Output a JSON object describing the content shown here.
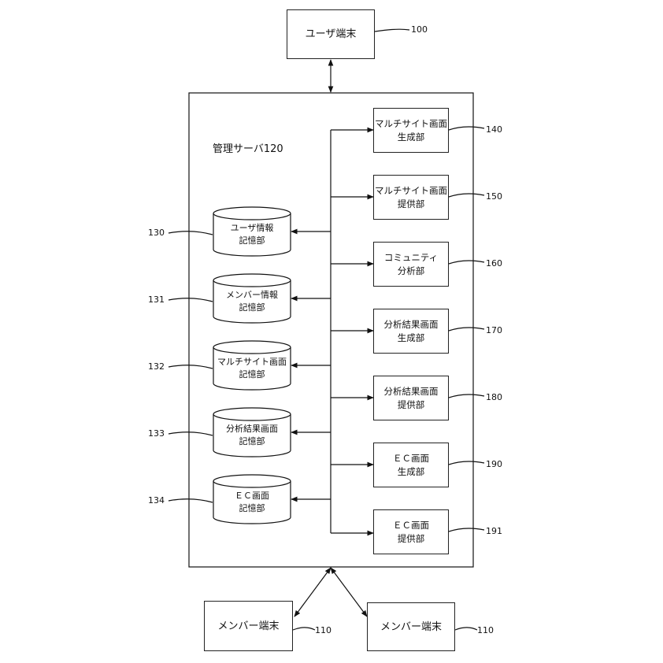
{
  "user_terminal": {
    "label": "ユーザ端末",
    "ref": "100"
  },
  "server": {
    "title": "管理サーバ120"
  },
  "storage": [
    {
      "line1": "ユーザ情報",
      "line2": "記憶部",
      "ref": "130"
    },
    {
      "line1": "メンバー情報",
      "line2": "記憶部",
      "ref": "131"
    },
    {
      "line1": "マルチサイト画面",
      "line2": "記憶部",
      "ref": "132"
    },
    {
      "line1": "分析結果画面",
      "line2": "記憶部",
      "ref": "133"
    },
    {
      "line1": "ＥＣ画面",
      "line2": "記憶部",
      "ref": "134"
    }
  ],
  "modules": [
    {
      "line1": "マルチサイト画面",
      "line2": "生成部",
      "ref": "140"
    },
    {
      "line1": "マルチサイト画面",
      "line2": "提供部",
      "ref": "150"
    },
    {
      "line1": "コミュニティ",
      "line2": "分析部",
      "ref": "160"
    },
    {
      "line1": "分析結果画面",
      "line2": "生成部",
      "ref": "170"
    },
    {
      "line1": "分析結果画面",
      "line2": "提供部",
      "ref": "180"
    },
    {
      "line1": "ＥＣ画面",
      "line2": "生成部",
      "ref": "190"
    },
    {
      "line1": "ＥＣ画面",
      "line2": "提供部",
      "ref": "191"
    }
  ],
  "member_terminals": [
    {
      "label": "メンバー端末",
      "ref": "110"
    },
    {
      "label": "メンバー端末",
      "ref": "110"
    }
  ]
}
